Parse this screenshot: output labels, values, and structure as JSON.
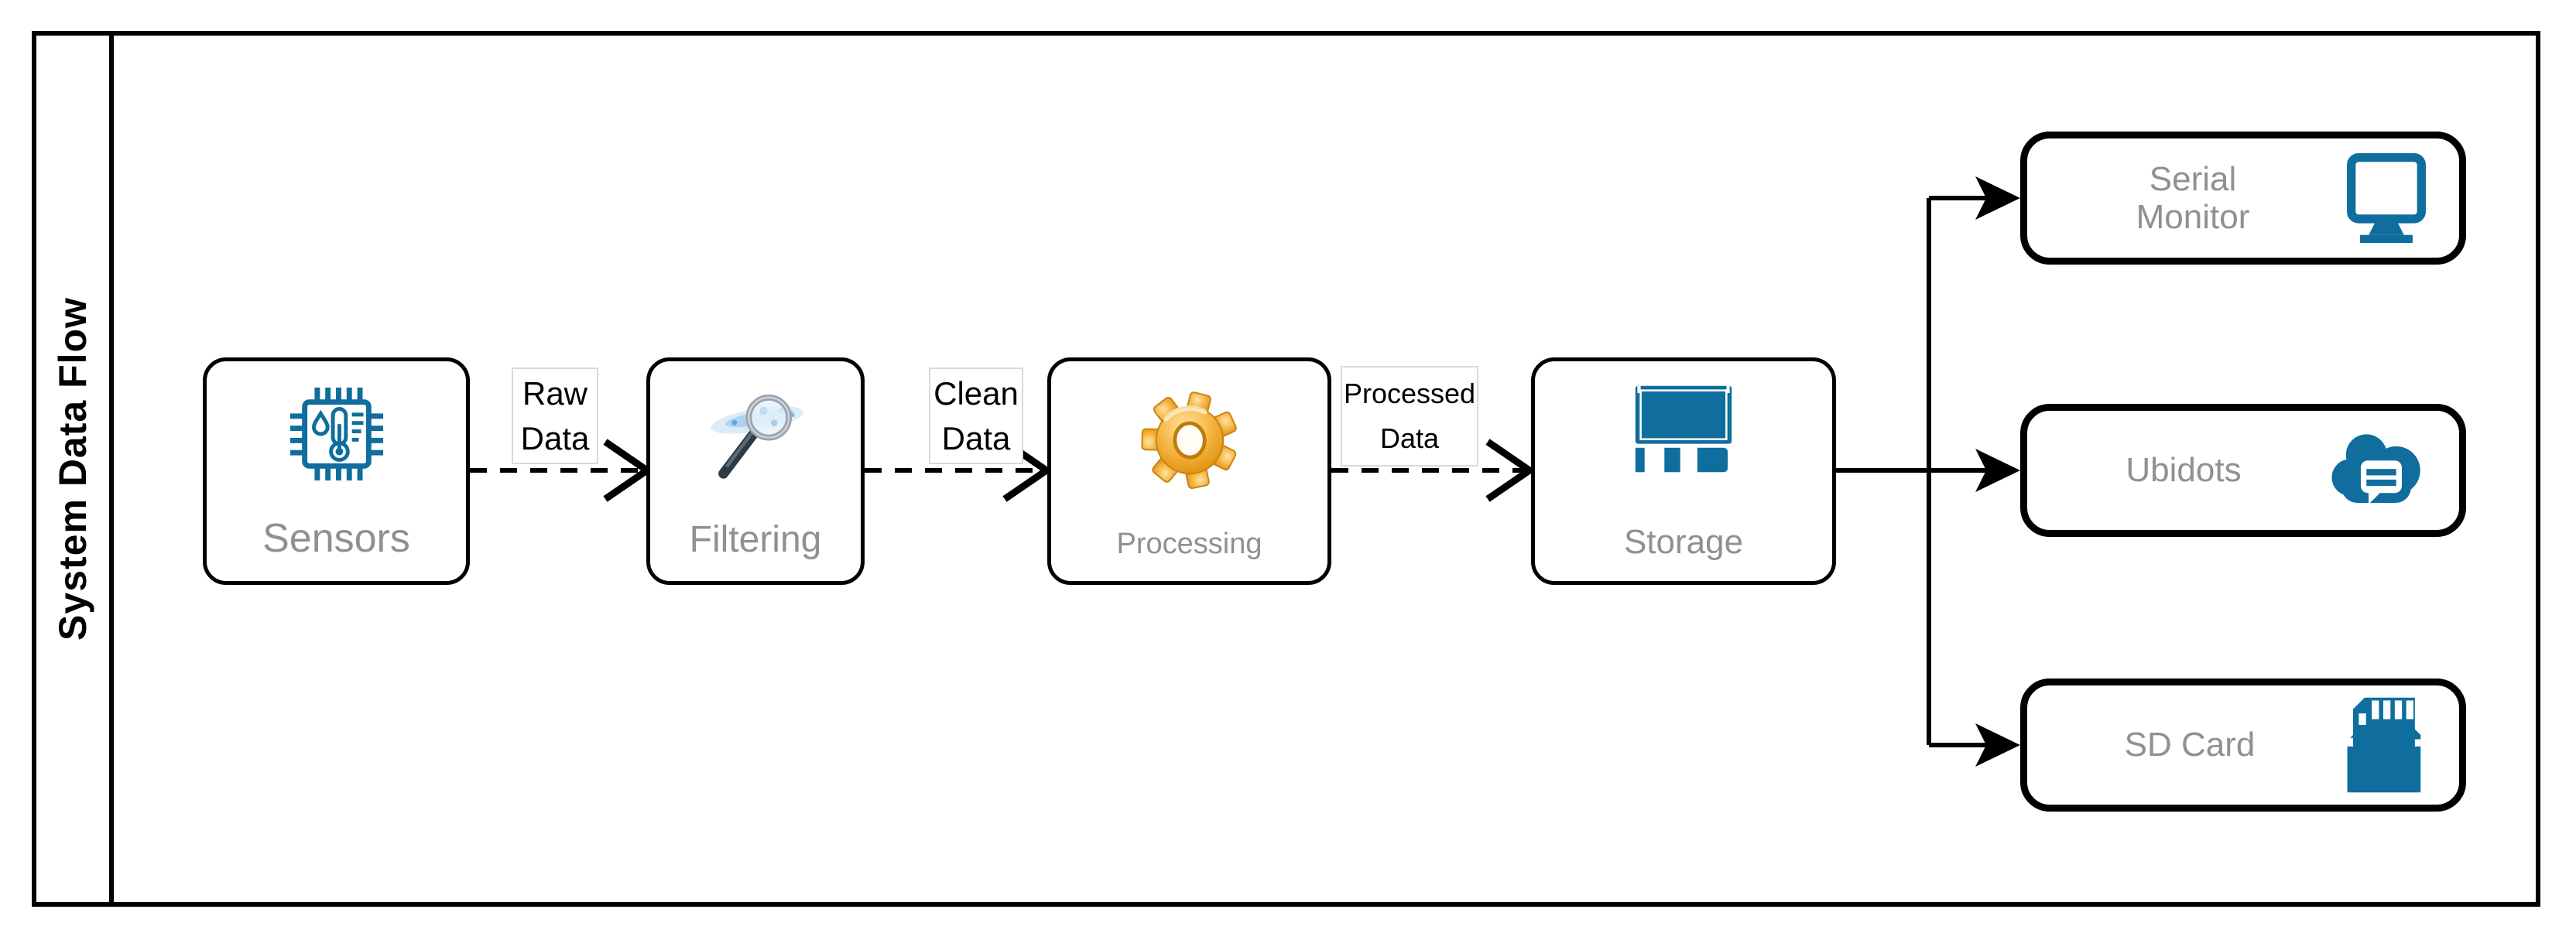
{
  "title": "System Data Flow",
  "colors": {
    "icon_blue": "#0F6E9D",
    "node_label_gray": "#909090",
    "edge_black": "#000000",
    "edge_label_border": "#D9D9D9",
    "gear_gold": "#F5B33E",
    "magnifier_glow": "#9CCBEF"
  },
  "nodes": {
    "sensors": {
      "label": "Sensors",
      "icon": "sensor-chip-icon"
    },
    "filtering": {
      "label": "Filtering",
      "icon": "magnifier-icon"
    },
    "processing": {
      "label": "Processing",
      "icon": "gear-icon"
    },
    "storage": {
      "label": "Storage",
      "icon": "floppy-disk-icon"
    },
    "serial_monitor": {
      "lines": [
        "Serial",
        "Monitor"
      ],
      "icon": "monitor-icon"
    },
    "ubidots": {
      "label": "Ubidots",
      "icon": "cloud-chat-icon"
    },
    "sd_card": {
      "label": "SD Card",
      "icon": "sd-card-icon"
    }
  },
  "edge_labels": {
    "raw": {
      "lines": [
        "Raw",
        "Data"
      ]
    },
    "clean": {
      "lines": [
        "Clean",
        "Data"
      ]
    },
    "processed": {
      "lines": [
        "Processed",
        "Data"
      ]
    }
  }
}
